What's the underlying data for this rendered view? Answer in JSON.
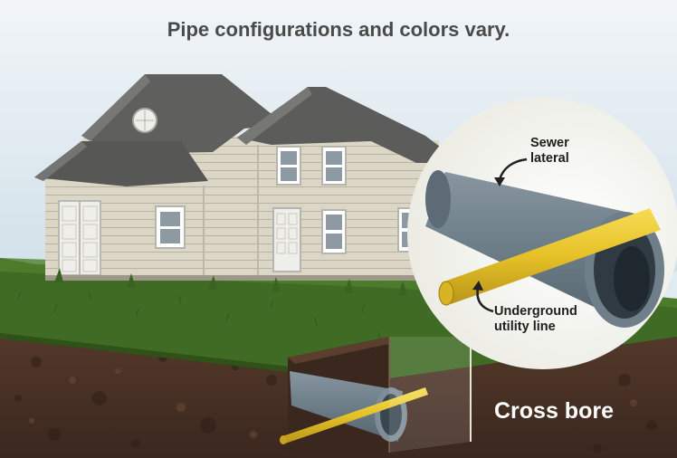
{
  "title": "Pipe configurations and colors vary.",
  "labels": {
    "sewer_lateral": [
      "Sewer",
      "lateral"
    ],
    "utility_line": [
      "Underground",
      "utility line"
    ],
    "cross_bore": "Cross bore"
  },
  "colors": {
    "sky": "#dfeaf1",
    "grass": "#3e6a24",
    "soil": "#4a3226",
    "siding": "#d9d4c3",
    "roof": "#5f5f5d",
    "sewer_pipe": "#6e7f8a",
    "utility_pipe": "#e9c62b",
    "callout": "#f7f7f2"
  },
  "icons": [
    "house-illustration",
    "sewer-pipe-illustration",
    "utility-line-illustration",
    "arrow-icon"
  ]
}
